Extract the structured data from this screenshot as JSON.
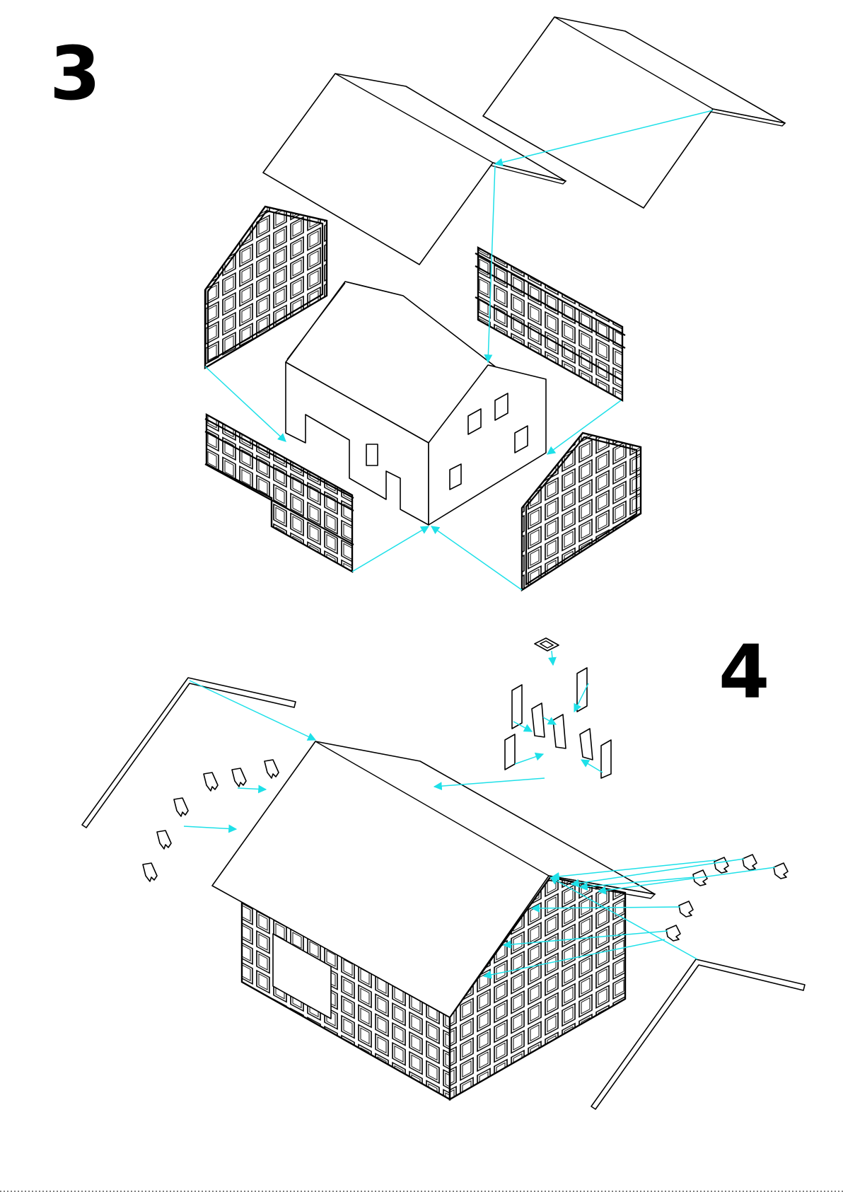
{
  "steps": {
    "step3": {
      "number": "3"
    },
    "step4": {
      "number": "4"
    }
  },
  "colors": {
    "line": "#000000",
    "arrow": "#1ee0e8",
    "background": "#ffffff"
  },
  "icons": {
    "step3": [
      "roof-panel-left",
      "roof-panel-right",
      "gable-wall-frame",
      "side-wall-frame",
      "house-core-box"
    ],
    "step4": [
      "roof",
      "barge-board",
      "half-timber-wall",
      "rafter-end-piece",
      "chimney-part"
    ]
  }
}
